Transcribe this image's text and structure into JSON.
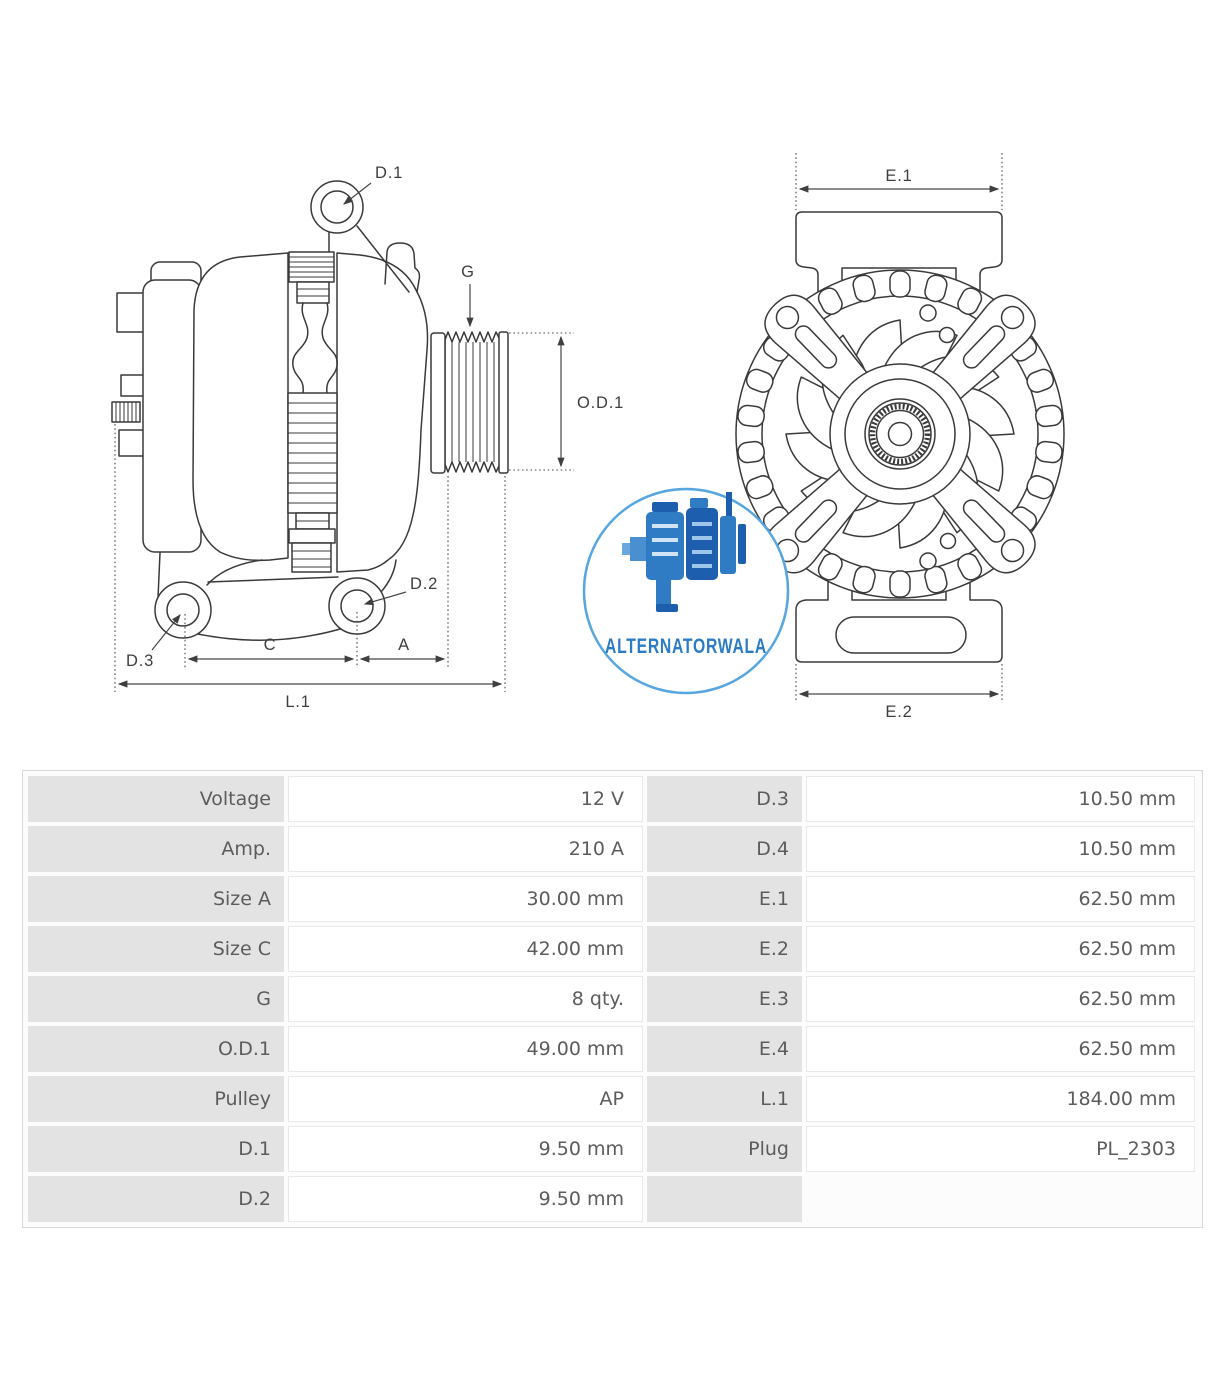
{
  "side_view": {
    "labels": {
      "d1": "D.1",
      "g": "G",
      "od1": "O.D.1",
      "d2": "D.2",
      "d3": "D.3",
      "c": "C",
      "a": "A",
      "l1": "L.1"
    }
  },
  "front_view": {
    "labels": {
      "e1": "E.1",
      "e2": "E.2"
    }
  },
  "logo": {
    "text": "ALTERNATORWALA",
    "ring_color": "#57a6df",
    "text_color": "#2b7cc4",
    "icon_color_dark": "#1d5fae",
    "icon_color_mid": "#2f7bc4"
  },
  "drawing": {
    "line_color": "#3a3a3a",
    "dimension_color": "#474747"
  },
  "spec_table": {
    "label_bg": "#e3e3e3",
    "text_color": "#5c5c5c",
    "rows": [
      [
        "Voltage",
        "12 V",
        "D.3",
        "10.50 mm"
      ],
      [
        "Amp.",
        "210 A",
        "D.4",
        "10.50 mm"
      ],
      [
        "Size A",
        "30.00 mm",
        "E.1",
        "62.50 mm"
      ],
      [
        "Size C",
        "42.00 mm",
        "E.2",
        "62.50 mm"
      ],
      [
        "G",
        "8 qty.",
        "E.3",
        "62.50 mm"
      ],
      [
        "O.D.1",
        "49.00 mm",
        "E.4",
        "62.50 mm"
      ],
      [
        "Pulley",
        "AP",
        "L.1",
        "184.00 mm"
      ],
      [
        "D.1",
        "9.50 mm",
        "Plug",
        "PL_2303"
      ],
      [
        "D.2",
        "9.50 mm",
        "",
        ""
      ]
    ]
  }
}
